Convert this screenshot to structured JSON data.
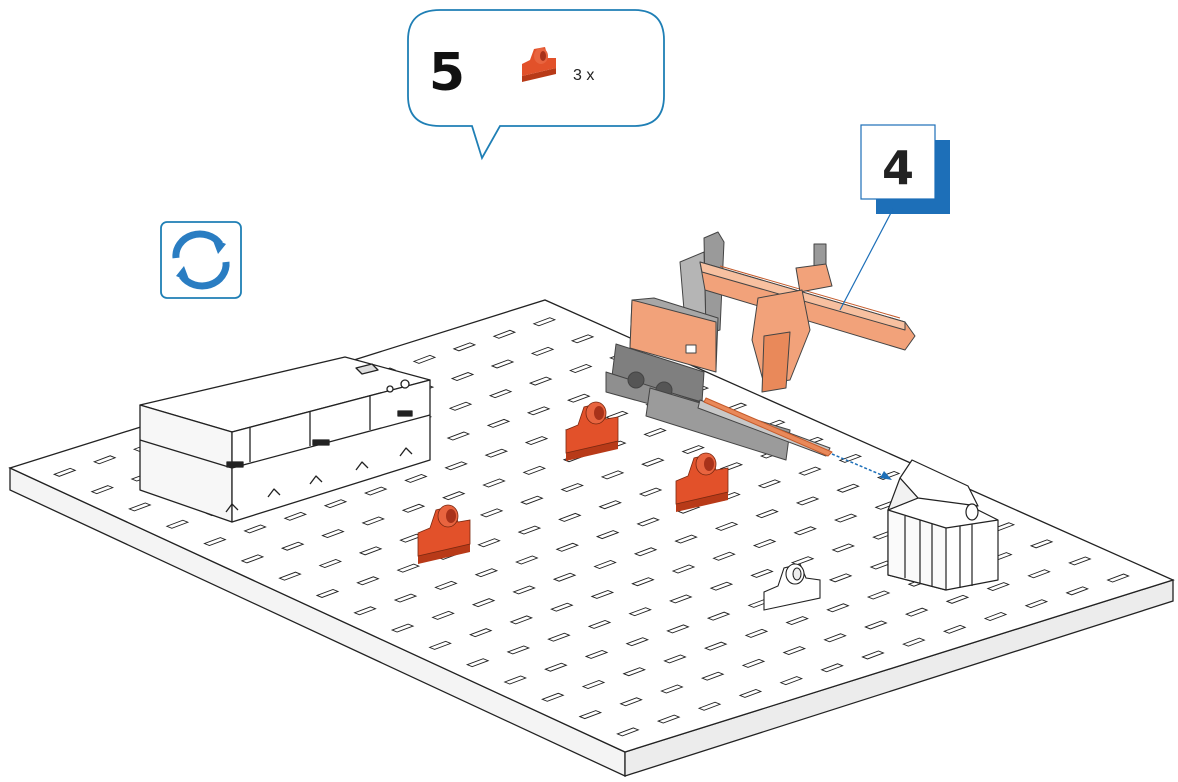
{
  "instruction": {
    "step_number": "5",
    "part_quantity": "3 x",
    "part_icon": "red-bearing-block-icon",
    "rotate_icon": "rotate-arrows-icon",
    "subassembly_step": "4"
  },
  "colors": {
    "callout_border": "#1f7fb5",
    "accent_blue": "#1d6fb8",
    "part_red": "#e2512a",
    "part_orange": "#f2a27a",
    "part_grey": "#8a8a8a",
    "line": "#222222"
  }
}
